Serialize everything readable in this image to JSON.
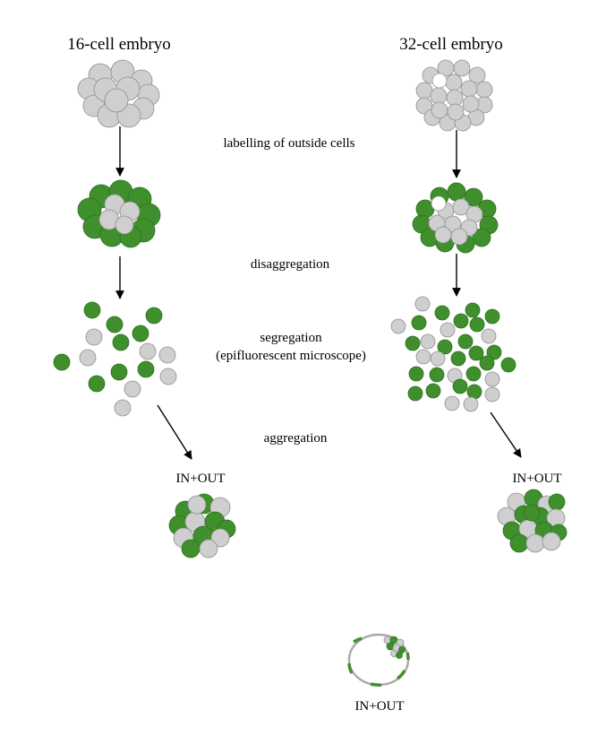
{
  "titles": {
    "left": "16-cell embryo",
    "right": "32-cell embryo"
  },
  "steps": {
    "labelling": "labelling of outside cells",
    "disaggregation": "disaggregation",
    "segregation_line1": "segregation",
    "segregation_line2": "(epifluorescent microscope)",
    "aggregation": "aggregation"
  },
  "tags": {
    "left_in_out": "IN+OUT",
    "right_in_out": "IN+OUT",
    "blastocyst_in_out": "IN+OUT"
  },
  "colors": {
    "unlabelled_cell": "#cfcfcf",
    "labelled_cell": "#3f8f2c",
    "arrow": "#000000"
  }
}
